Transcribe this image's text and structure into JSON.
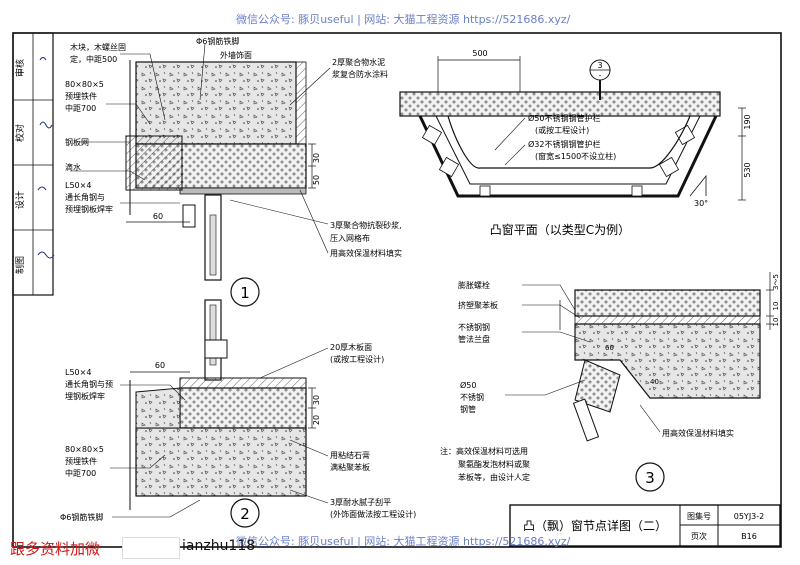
{
  "watermark": {
    "top": "微信公众号: 豚贝useful  |  网站: 大猫工程资源  https://521686.xyz/",
    "bottom": "微信公众号: 豚贝useful  |  网站: 大猫工程资源  https://521686.xyz/"
  },
  "promo": {
    "left": "跟多资料加微",
    "right": "ianzhu118"
  },
  "side_strip": [
    "制图",
    "设计",
    "校对",
    "审核"
  ],
  "drawing": {
    "title": "凸（飘）窗节点详图（二）",
    "atlas_label": "图集号",
    "atlas_no": "05YJ3-2",
    "page_label": "页次",
    "page_no": "B16"
  },
  "detail1": {
    "left_notes": [
      "木块，木螺丝固",
      "定，中距500",
      "80×80×5",
      "预埋铁件",
      "中距700",
      "钢板网",
      "滴水",
      "L50×4",
      "通长角钢与",
      "预埋钢板焊牢"
    ],
    "top_notes": [
      "Φ6钢筋铁脚",
      "外墙饰面",
      "2厚聚合物水泥",
      "浆复合防水涂料"
    ],
    "right_notes": [
      "3厚聚合物抗裂砂浆,",
      "压入网格布",
      "用高效保温材料填实"
    ],
    "dims": [
      "30",
      "50",
      "60"
    ],
    "number": "1"
  },
  "detail2": {
    "left_notes": [
      "L50×4",
      "通长角钢与预",
      "埋钢板焊牢",
      "80×80×5",
      "预埋铁件",
      "中距700",
      "Φ6钢筋铁脚"
    ],
    "right_notes": [
      "20厚木板面",
      "(或按工程设计)",
      "用粘结石膏",
      "满粘聚苯板",
      "3厚耐水腻子刮平",
      "(外饰面做法按工程设计)"
    ],
    "dims": [
      "60",
      "30",
      "20"
    ],
    "number": "2"
  },
  "plan": {
    "title": "凸窗平面（以类型C为例）",
    "dim_top": "500",
    "dim_right": [
      "190",
      "530"
    ],
    "angle": "30°",
    "notes": [
      "Ø50不锈钢钢管护栏",
      "(或按工程设计)",
      "Ø32不锈钢钢管护栏",
      "(窗宽≤1500不设立柱)"
    ],
    "section_mark": "3",
    "section_ref": "-"
  },
  "detail3": {
    "notes": [
      "膨胀螺栓",
      "挤塑聚苯板",
      "不锈钢钢",
      "管法兰盘",
      "Ø50",
      "不锈钢",
      "钢管",
      "用高效保温材料填实"
    ],
    "footnote": [
      "注：高效保温材料可选用",
      "聚氨酯发泡材料或聚",
      "苯板等，由设计人定"
    ],
    "dims": [
      "3～5",
      "10",
      "10",
      "40",
      "60"
    ],
    "number": "3"
  }
}
